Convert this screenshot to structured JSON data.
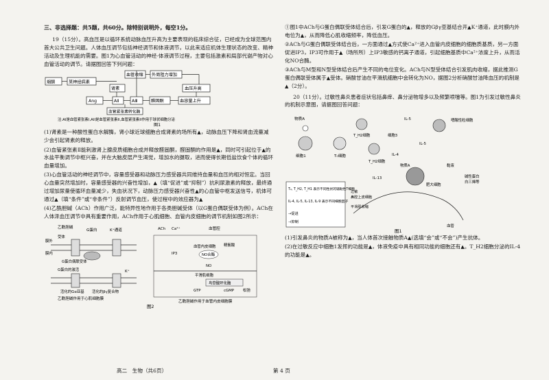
{
  "section_title": "三、非选择题：共5题，共60分。除特别说明外，每空1分。",
  "q19": {
    "intro": "19（15分）。高血压是以循环系统动脉血压升高为主要表现的临床综合征，已经成为全球范围内首大公共卫生问题。人体血压调节包括神经调节和体液调节，以此来适应机体生理状态的改变、精神活动及生理机能的需要。图1为心血管活动的神经-体液调节过程，主要包括激素和局部代谢产物对心血管活动的调节。请据图回答下列问题：",
    "fig1": {
      "nodes": [
        "烟酮",
        "某神经病素",
        "血管收缩",
        "外周阻力增加",
        "肾素",
        "Ang",
        "AⅡ",
        "AⅢ",
        "醛固酮",
        "血压升高",
        "血容量上升",
        "血管紧张素转化酶"
      ],
      "note": "注:AI是血管紧张素I,AII是血管紧张素II,血管紧张素II作用于球状细胞分泌",
      "label": "图1"
    },
    "sub1": "(1)肾素是一种酸性蛋白水解酶，肾小球近球细胞合成肾素的场所有",
    "sub1b": "，动脉血压下降和肾血流量减少会引起肾素的释放。",
    "sub2": "(2)血管紧张素Ⅱ能刺激肾上腺皮质细胞合成并释放醛固酮，醛固酮的作用是",
    "sub2b": "，同时可引起位于",
    "sub2c": "的水盐平衡调节中枢兴奋，并在大脑皮层产生渴觉，增加水的摄取，进而使得长期低盐饮食个体的循环血量增加。",
    "sub3": "(3)心血管活动的神经调节中，容量感受器和动脉压力感受器共同维持血量和血压的相对恒定。当回心血量突然增加时，容量感受器的兴奋性增加，",
    "sub3b": "（填“促进”或“抑制”）抗利尿激素的释放，最终通过增加尿量使循环血量减少，失血状况下，动脉压力感受器兴奋性",
    "sub3c": "的心血管中枢发送信号，机体可通过",
    "sub3d": "（填“条件”或“非条件”）反射调节血压，使过程中的效应器为",
    "sub4": "(4)乙酰胆碱（ACh）作用广泛，能特异性地作用于各类胆碱受体（以G蛋白偶联受体为例）。ACh在人体泽血压调节中具有重要作用，ACh作用于心肌细胞、血管内皮细胞的调节机制如图2所示：",
    "fig2": {
      "labels": [
        "乙酰胆碱",
        "G蛋白",
        "K⁺通道",
        "膜外",
        "受体",
        "膜内",
        "G蛋白偶联受体",
        "G蛋白的激活",
        "K⁺",
        "活化的Gα亚基",
        "活化的βγ复合物",
        "乙酰胆碱作用于心肌细胞膜",
        "ACh",
        "Ca²⁺",
        "血管腔",
        "血管内皮细胞",
        "NO合酶",
        "精氨酸",
        "NO",
        "IP3",
        "平滑肌细胞",
        "鸟苷酸环化酶",
        "GTP",
        "cGMP",
        "松弛",
        "乙酰胆碱作用于血管内皮细胞膜"
      ],
      "label": "图2"
    },
    "r1": "①图1中ACh与G蛋白偶联受体结合后，引发G蛋白的",
    "r1b": "，释放的Gβγ亚基结合开",
    "r1c": "K⁺通道，此时膜内外电位为",
    "r1d": "，从而降低心肌收缩频率，降低血压。",
    "r2": "②ACh与G蛋白偶联受体结合后，一方面通过",
    "r2b": "方式使Ca²⁺进入血管内皮细胞的细胞质基质，另一方面促进IP3，IP3可作用于",
    "r2c": "（场所所）上IP3敏感的钙离子通道，引起细胞基质中Ca²⁺浓度上升，从而活化NO合酶。",
    "r3": "③ACh与M型和N型受体结合后产生不同的电位变化。ACh与N型受体结合引发肌肉收缩，据此推测G蛋白偶联受体属于",
    "r3b": "受体。硝酸甘油在平滑肌细胞中会转化为NO，据图2分析硝酸甘油降血压的机制是",
    "r3c": "（2分）。"
  },
  "q20": {
    "intro": "20（11分）。过敏性鼻炎患者症状包括鼻痒、鼻分泌物增多以及频繁喷嚏等。图1为引发过敏性鼻炎的机制示意图，请据图回答问题：",
    "fig": {
      "labels": [
        "物质A",
        "细胞1",
        "T₀细胞",
        "T_H2细胞",
        "T_H2细胞",
        "细胞3",
        "IL-5",
        "嗜酸性粒细胞",
        "IL-4",
        "IL-5",
        "IL-13",
        "物质A",
        "肥大细胞",
        "黏液",
        "碱性蛋白",
        "白三烯等",
        "血管",
        "过敏",
        "鼻腔上皮细胞",
        "平滑肌收缩"
      ],
      "legend": [
        "T₀, T_H2, T_H1 表示不同性状的辅助性T细胞",
        "IL-4, IL-5, IL-13, IL-9 表示不同细胞因子",
        "→促进",
        "⊣抑制"
      ],
      "label": "图1"
    },
    "s1": "(1)引发鼻炎的物质A被称为",
    "s1b": "，当人体首次接触物质A",
    "s1c": "(选填“会”或“不会”)产生抗体。",
    "s2": "(2)在过敏反应中细胞1发挥的功能是",
    "s2b": "，体液免疫中具有相同功能的细胞还有",
    "s2c": "。T_H2细胞分泌的IL-4的功能是",
    "s2d": "。"
  },
  "footer_left": "高二　生物（共6页）",
  "footer_right": "第 4 页",
  "blank_mark": "▲"
}
